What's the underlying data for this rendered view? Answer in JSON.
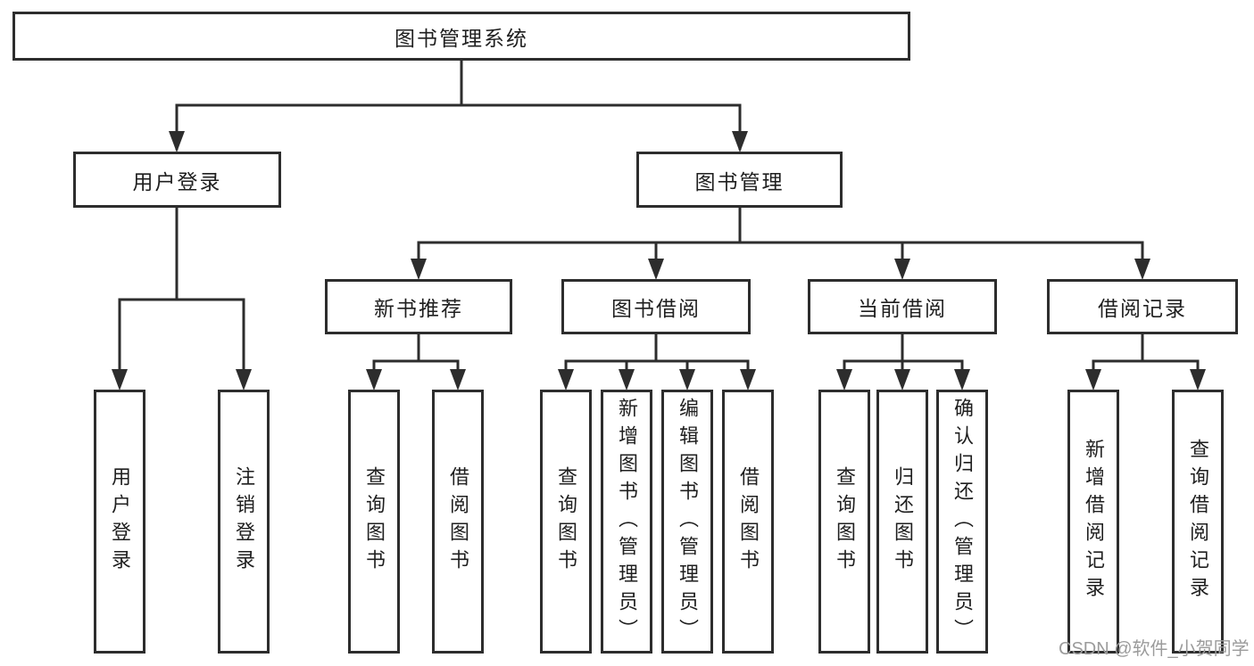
{
  "diagram": {
    "title": "图书管理系统",
    "children": [
      {
        "label": "用户登录",
        "children": [
          {
            "label": "用户登录"
          },
          {
            "label": "注销登录"
          }
        ]
      },
      {
        "label": "图书管理",
        "children": [
          {
            "label": "新书推荐",
            "children": [
              {
                "label": "查询图书"
              },
              {
                "label": "借阅图书"
              }
            ]
          },
          {
            "label": "图书借阅",
            "children": [
              {
                "label": "查询图书"
              },
              {
                "label": "新增图书（管理员）"
              },
              {
                "label": "编辑图书（管理员）"
              },
              {
                "label": "借阅图书"
              }
            ]
          },
          {
            "label": "当前借阅",
            "children": [
              {
                "label": "查询图书"
              },
              {
                "label": "归还图书"
              },
              {
                "label": "确认归还（管理员）"
              }
            ]
          },
          {
            "label": "借阅记录",
            "children": [
              {
                "label": "新增借阅记录"
              },
              {
                "label": "查询借阅记录"
              }
            ]
          }
        ]
      }
    ]
  },
  "watermark": {
    "text": "CSDN @软件_小贺同学"
  },
  "colors": {
    "line": "#2d2d2d",
    "text": "#1f1f1f",
    "background": "#ffffff",
    "watermark": "#9b9b9b"
  }
}
